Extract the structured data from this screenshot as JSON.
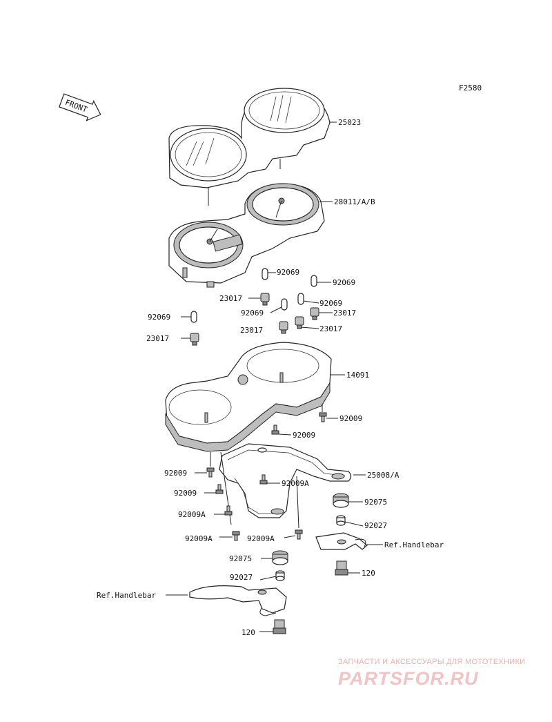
{
  "diagram_code": "F2580",
  "front_marker": "FRONT",
  "labels": {
    "speedo_case": "25023",
    "meter_assy": "28011/A/B",
    "bulb_a": "92069",
    "bulb_b": "92069",
    "socket_a": "23017",
    "bulb_c": "92069",
    "bulb_d": "92069",
    "socket_b": "23017",
    "socket_c": "23017",
    "bulb_left": "92069",
    "socket_left": "23017",
    "cover": "14091",
    "screw_a": "92009",
    "screw_b": "92009",
    "screw_c": "92009",
    "bracket": "25008/A",
    "screw_d": "92009A",
    "screw_e": "92009",
    "screw_f": "92009A",
    "damper_right": "92075",
    "collar_right": "92027",
    "screw_g": "92009A",
    "screw_h": "92009A",
    "ref_handlebar_right": "Ref.Handlebar",
    "damper_left": "92075",
    "bolt_right": "120",
    "collar_left": "92027",
    "ref_handlebar_left": "Ref.Handlebar",
    "bolt_left": "120"
  },
  "watermark": {
    "line1": "ЗАПЧАСТИ И АКСЕССУАРЫ ДЛЯ МОТОТЕХНИКИ",
    "line2": "PARTSFOR.RU"
  },
  "colors": {
    "line": "#222222",
    "shade": "#bdbdbd",
    "watermark": "#e9b0b0"
  }
}
